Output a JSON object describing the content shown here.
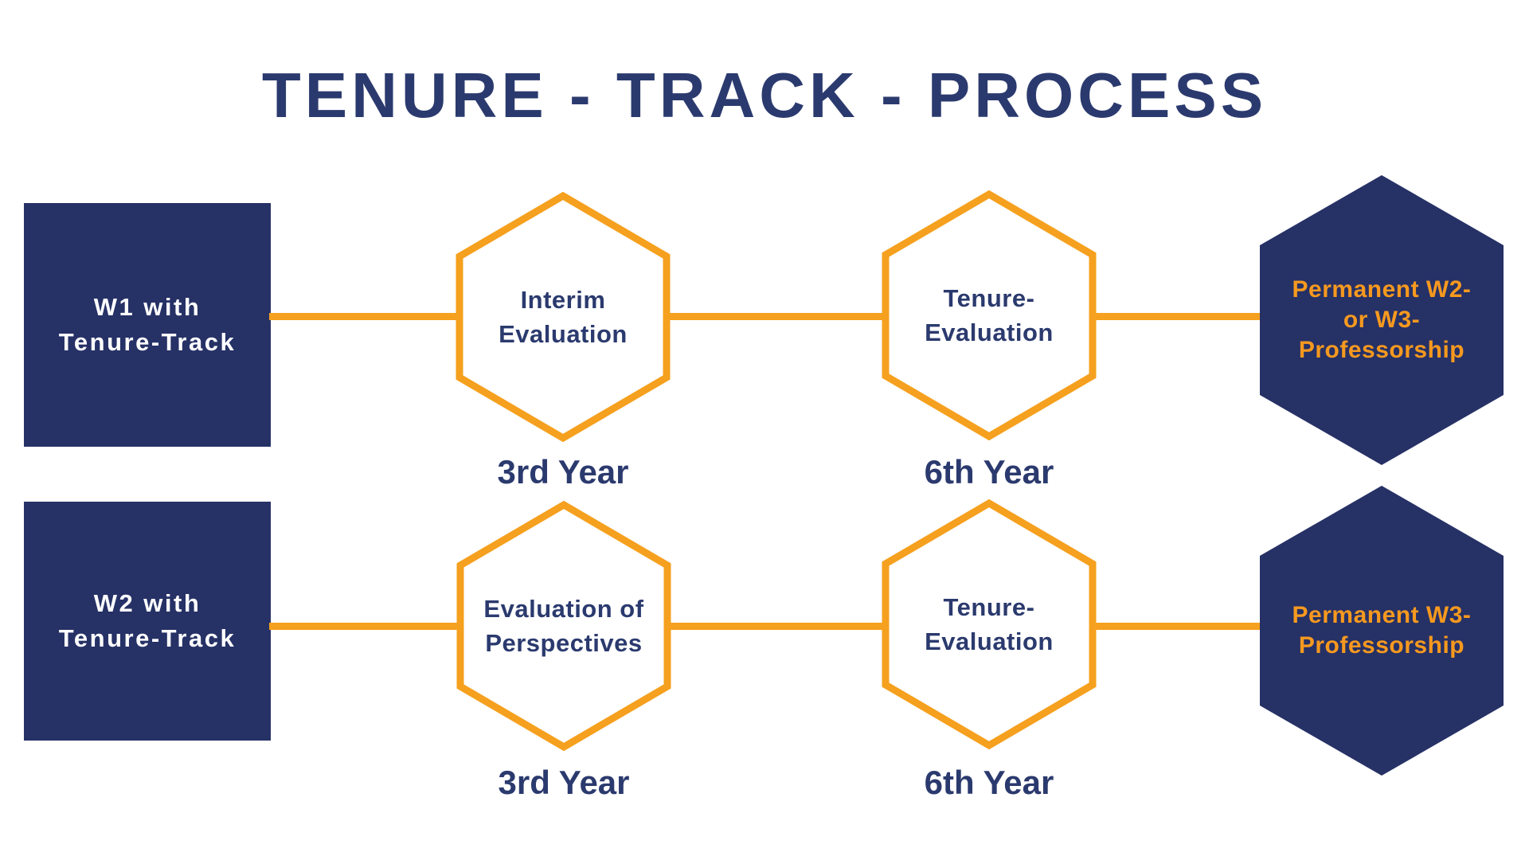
{
  "title": "TENURE - TRACK - PROCESS",
  "colors": {
    "navy": "#263166",
    "navy_text": "#2B3A6E",
    "orange": "#F5A01E",
    "orange_text": "#F6991F",
    "box_text": "#FFFFFF",
    "background": "#FFFFFF"
  },
  "rows": [
    {
      "start_box": {
        "lines": [
          "W1 with",
          "Tenure-Track"
        ]
      },
      "steps": [
        {
          "lines": [
            "Interim",
            "Evaluation"
          ],
          "year": "3rd Year"
        },
        {
          "lines": [
            "Tenure-",
            "Evaluation"
          ],
          "year": "6th Year"
        }
      ],
      "outcome": {
        "lines": [
          "Permanent W2-",
          "or W3-",
          "Professorship"
        ]
      }
    },
    {
      "start_box": {
        "lines": [
          "W2 with",
          "Tenure-Track"
        ]
      },
      "steps": [
        {
          "lines": [
            "Evaluation of",
            "Perspectives"
          ],
          "year": "3rd Year"
        },
        {
          "lines": [
            "Tenure-",
            "Evaluation"
          ],
          "year": "6th Year"
        }
      ],
      "outcome": {
        "lines": [
          "Permanent W3-",
          "Professorship"
        ]
      }
    }
  ]
}
